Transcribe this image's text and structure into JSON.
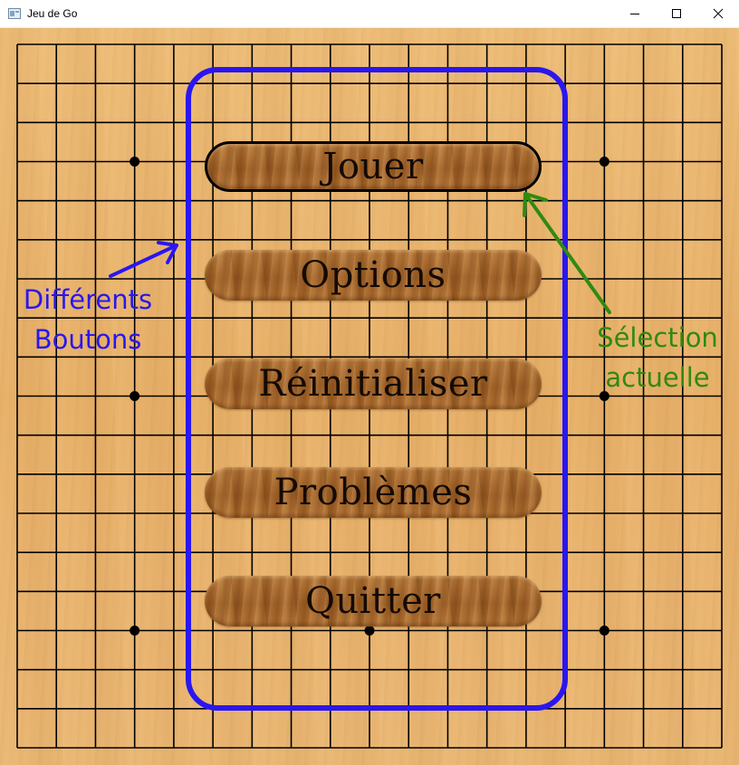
{
  "window": {
    "title": "Jeu de Go",
    "controls": {
      "minimize": "minimize-icon",
      "maximize": "maximize-icon",
      "close": "close-icon"
    }
  },
  "board": {
    "lines": 19,
    "star_points": [
      [
        4,
        4
      ],
      [
        16,
        4
      ],
      [
        4,
        10
      ],
      [
        16,
        10
      ],
      [
        4,
        16
      ],
      [
        10,
        16
      ],
      [
        16,
        16
      ]
    ],
    "line_color": "#000000"
  },
  "menu": {
    "buttons": [
      {
        "label": "Jouer",
        "selected": true
      },
      {
        "label": "Options",
        "selected": false
      },
      {
        "label": "Réinitialiser",
        "selected": false
      },
      {
        "label": "Problèmes",
        "selected": false
      },
      {
        "label": "Quitter",
        "selected": false
      }
    ]
  },
  "annotations": {
    "buttons_note": {
      "line1": "Différents",
      "line2": "Boutons",
      "color": "#2a16f0"
    },
    "selection_note": {
      "line1": "Sélection",
      "line2": "actuelle",
      "color": "#2f8a10"
    }
  }
}
